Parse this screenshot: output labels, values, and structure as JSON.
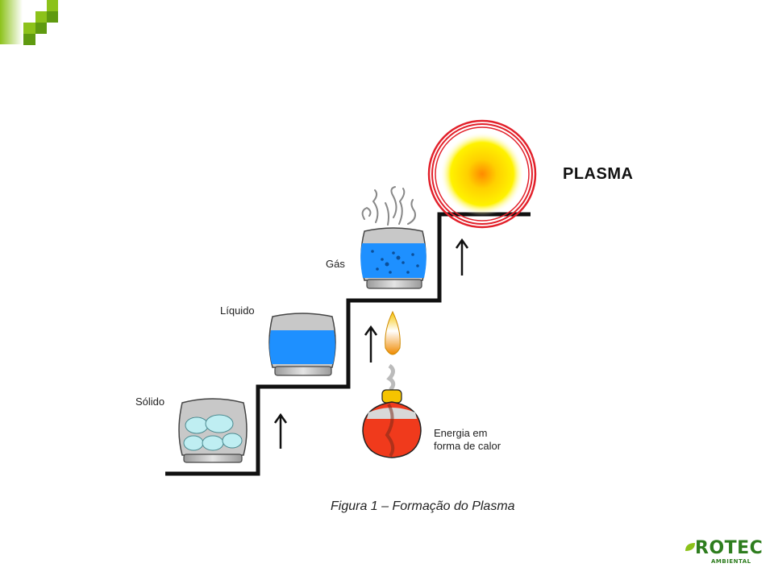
{
  "figure": {
    "states": {
      "solid": "Sólido",
      "liquid": "Líquido",
      "gas": "Gás",
      "plasma": "PLASMA"
    },
    "energy_label_line1": "Energia em",
    "energy_label_line2": "forma de calor",
    "caption": "Figura 1 – Formação do Plasma"
  },
  "logo": {
    "name": "ROTEC",
    "subtitle": "AMBIENTAL"
  },
  "colors": {
    "accent_green": "#8cc21a",
    "dark_green": "#5f9a10",
    "logo_green": "#2e7d1e",
    "water_blue": "#1e90ff",
    "ice": "#bfeef2",
    "plasma_ring": "#e2202a",
    "fuel_red": "#f03a1c"
  }
}
